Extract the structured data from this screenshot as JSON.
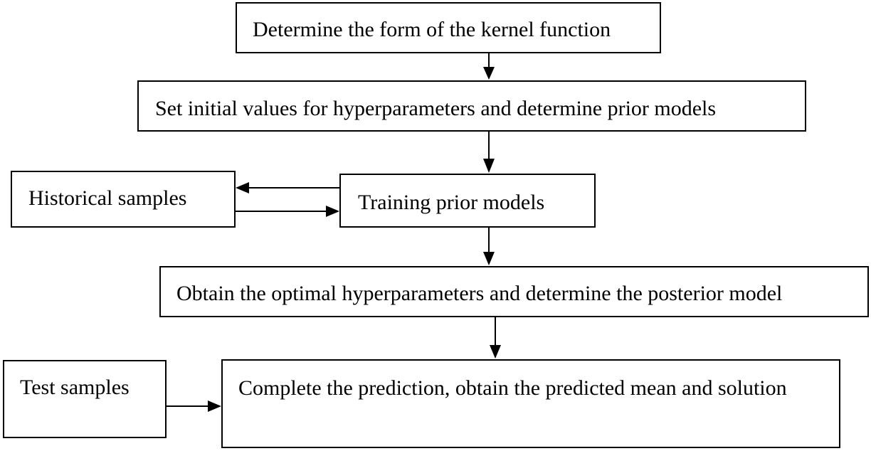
{
  "flowchart": {
    "steps": {
      "kernel_form": "Determine the form of the kernel function",
      "initial_values": "Set initial values for hyperparameters and determine prior models",
      "historical_samples": "Historical samples",
      "training": "Training prior models",
      "optimal": "Obtain the optimal hyperparameters and determine the posterior model",
      "test_samples": "Test samples",
      "prediction": "Complete the prediction, obtain the predicted mean and solution"
    }
  }
}
